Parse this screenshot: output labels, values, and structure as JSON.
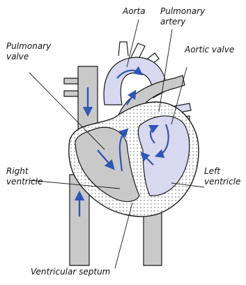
{
  "labels": {
    "aorta": "Aorta",
    "pulmonary_artery_1": "Pulmonary",
    "pulmonary_artery_2": "artery",
    "pulmonary_valve_1": "Pulmonary",
    "pulmonary_valve_2": "valve",
    "aortic_valve": "Aortic valve",
    "right_ventricle_1": "Right",
    "right_ventricle_2": "ventricle",
    "left_ventricle_1": "Left",
    "left_ventricle_2": "ventricle",
    "ventricular_septum": "Ventricular septum"
  },
  "colors": {
    "deoxygenated": "#c9c9c9",
    "oxygenated": "#d8d8f0",
    "flow_arrow": "#2f57b5",
    "outline": "#1a1a1a"
  }
}
